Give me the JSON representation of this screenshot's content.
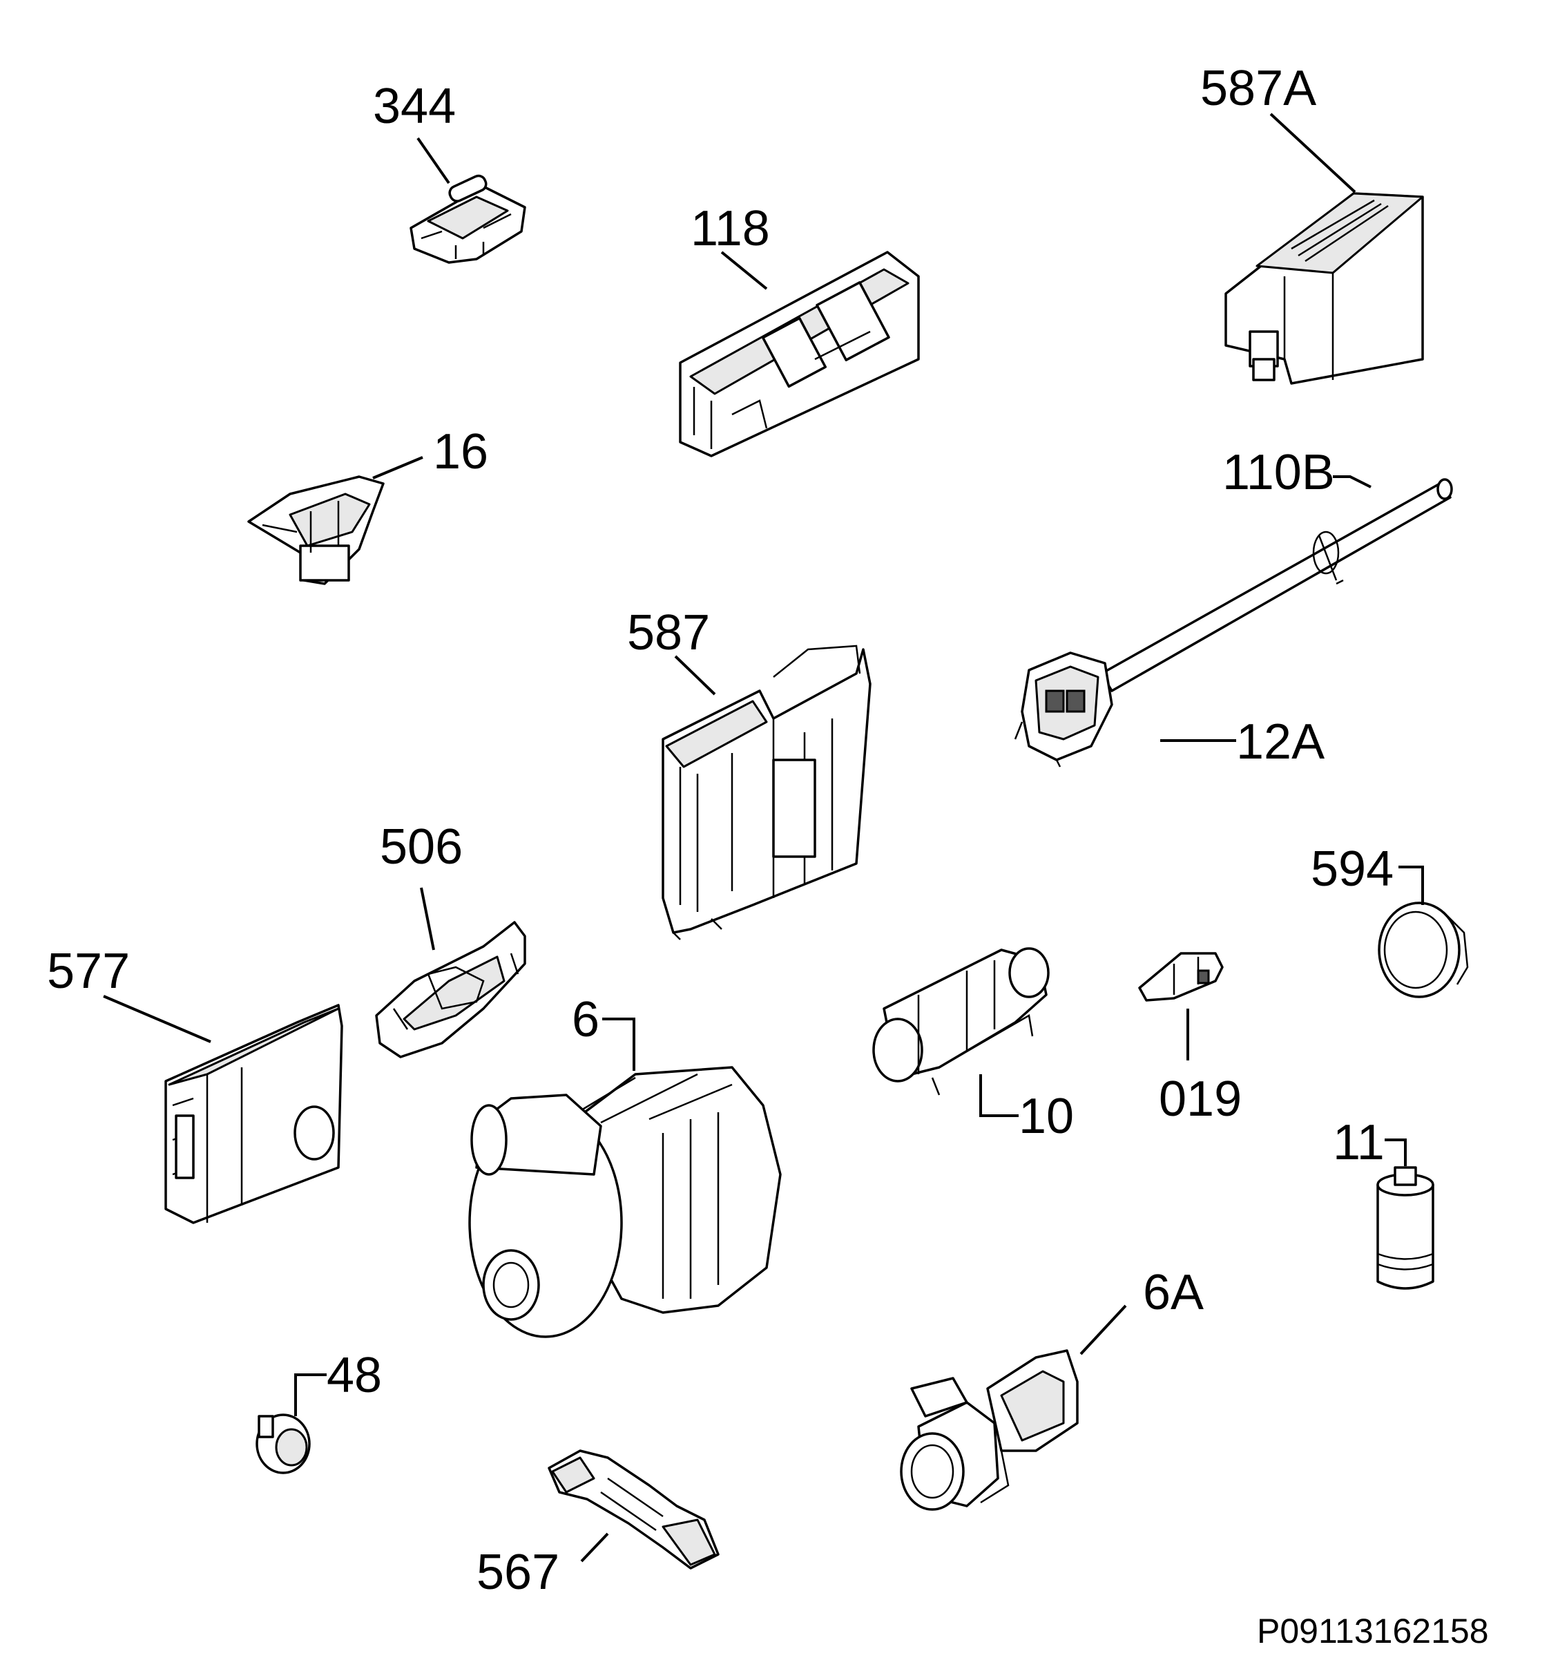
{
  "parts": [
    {
      "id": "p344",
      "label": "344"
    },
    {
      "id": "p587A",
      "label": "587A"
    },
    {
      "id": "p118",
      "label": "118"
    },
    {
      "id": "p16",
      "label": "16"
    },
    {
      "id": "p110B",
      "label": "110B"
    },
    {
      "id": "p587",
      "label": "587"
    },
    {
      "id": "p12A",
      "label": "12A"
    },
    {
      "id": "p506",
      "label": "506"
    },
    {
      "id": "p594",
      "label": "594"
    },
    {
      "id": "p577",
      "label": "577"
    },
    {
      "id": "p6",
      "label": "6"
    },
    {
      "id": "p10",
      "label": "10"
    },
    {
      "id": "p019",
      "label": "019"
    },
    {
      "id": "p11",
      "label": "11"
    },
    {
      "id": "p6A",
      "label": "6A"
    },
    {
      "id": "p48",
      "label": "48"
    },
    {
      "id": "p567",
      "label": "567"
    }
  ],
  "diagram_code": "P09113162158"
}
